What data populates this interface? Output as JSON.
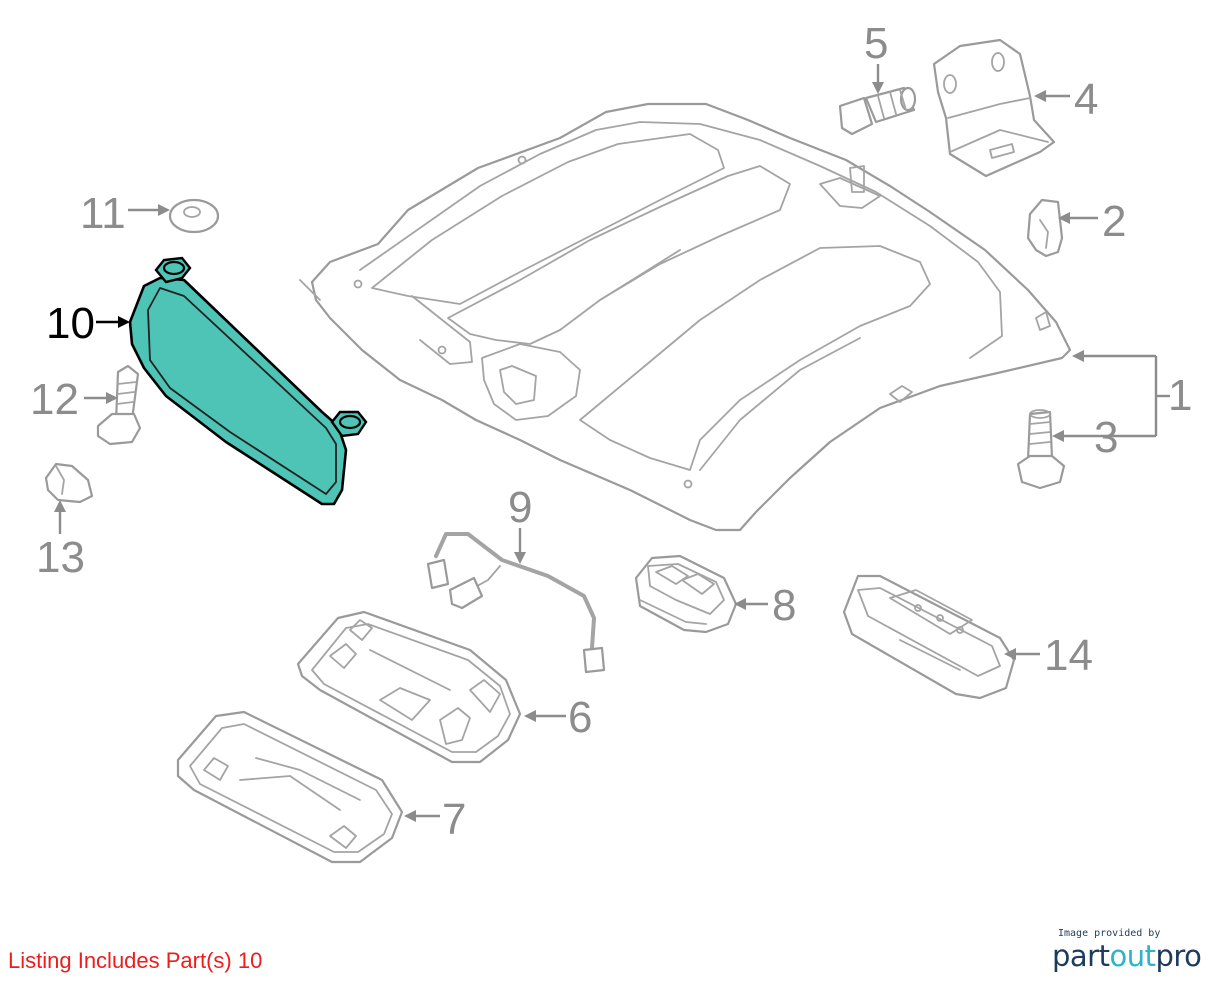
{
  "diagram": {
    "highlight_color": "#4dc4b5",
    "callout_color": "#8c8c8c",
    "highlight_callout_color": "#000000",
    "callouts": {
      "c1": "1",
      "c2": "2",
      "c3": "3",
      "c4": "4",
      "c5": "5",
      "c6": "6",
      "c7": "7",
      "c8": "8",
      "c9": "9",
      "c10": "10",
      "c11": "11",
      "c12": "12",
      "c13": "13",
      "c14": "14"
    }
  },
  "footer": {
    "listing_note": "Listing Includes Part(s) 10",
    "listing_note_color": "#ee1c1c",
    "credit_small": "Image provided by",
    "logo_part": "part",
    "logo_out": "out",
    "logo_pro": "pro",
    "logo_colors": {
      "primary": "#1f3b5c",
      "accent": "#2fb3c9"
    }
  }
}
